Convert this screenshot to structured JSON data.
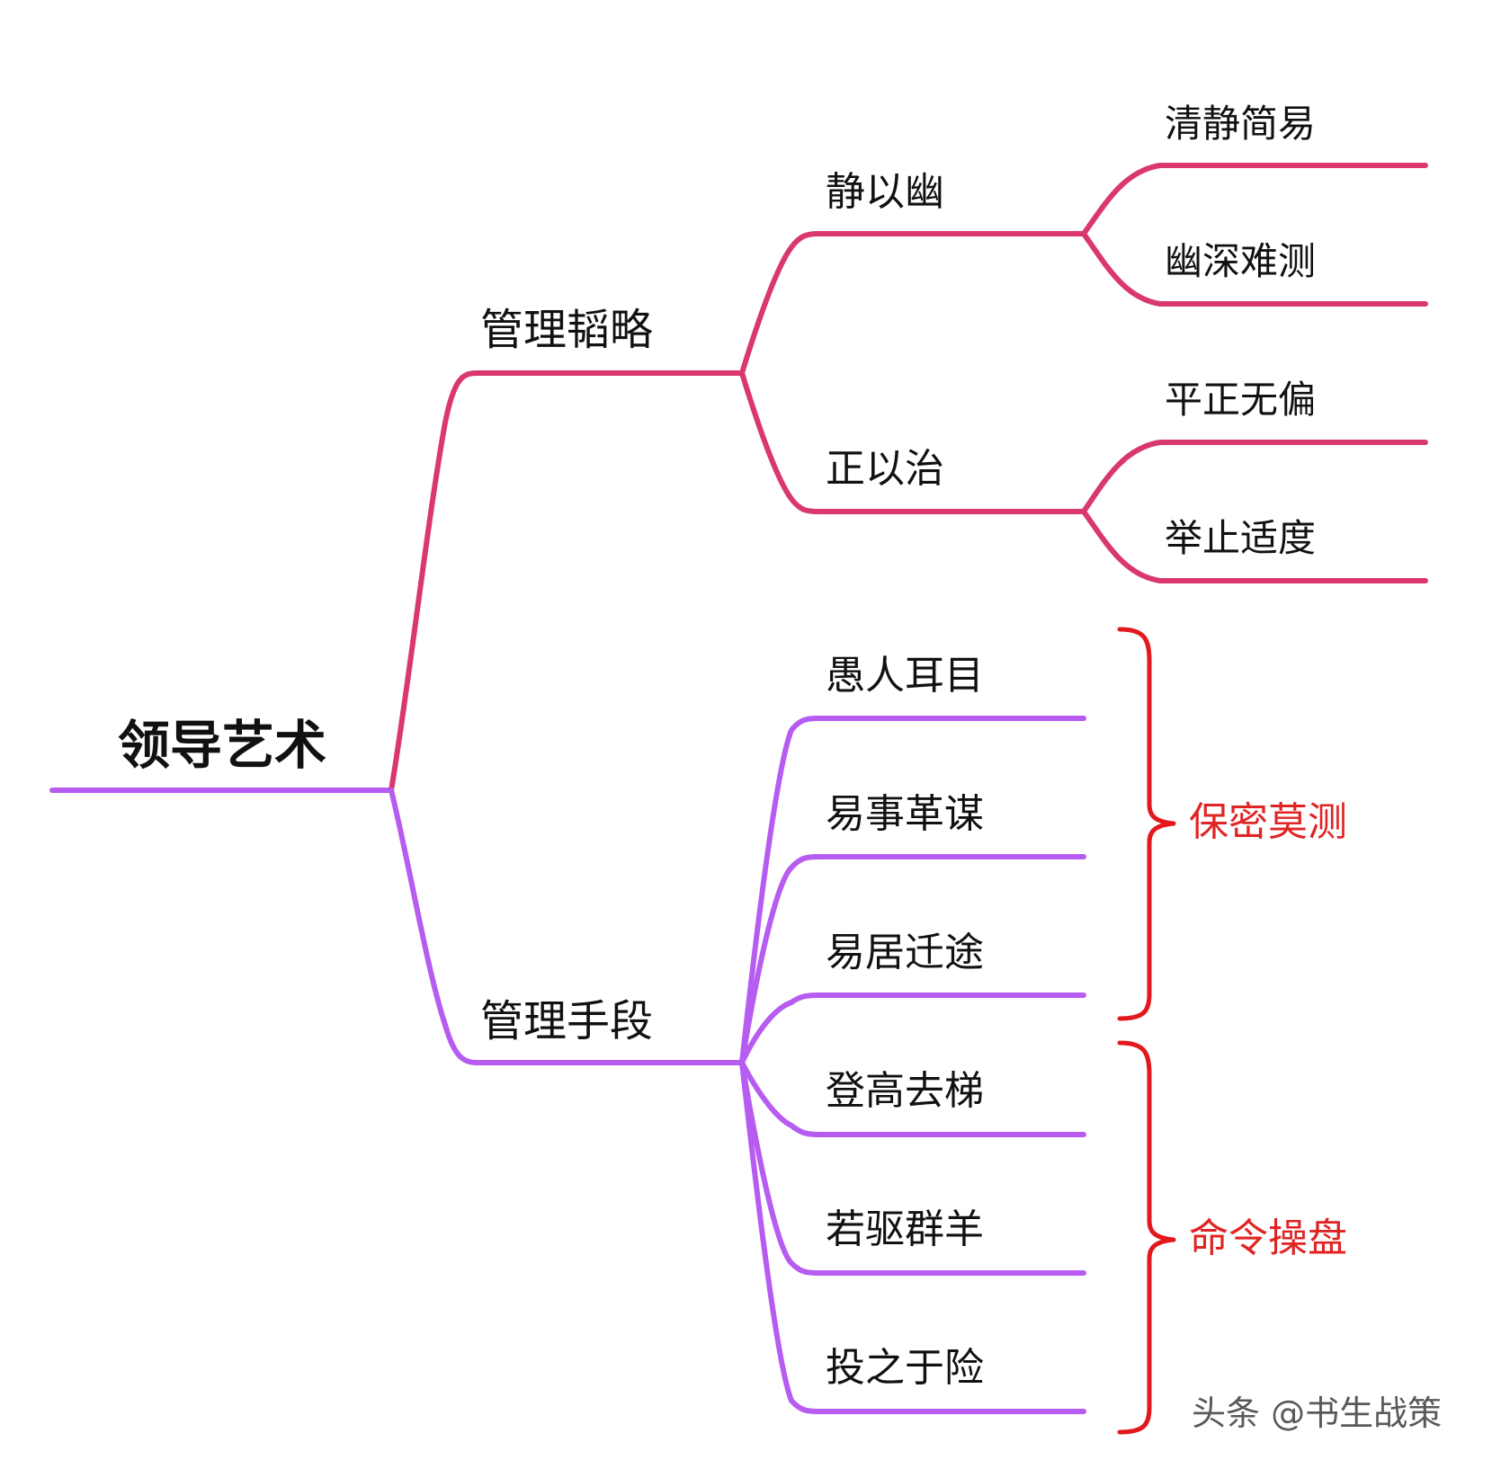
{
  "colors": {
    "branch_upper": "#d9376e",
    "branch_lower": "#b65cf0",
    "bracket": "#e3181f",
    "group_label": "#e02424",
    "text": "#111111"
  },
  "mindmap": {
    "root": "领导艺术",
    "branches": [
      {
        "label": "管理韬略",
        "children": [
          {
            "label": "静以幽",
            "children": [
              "清静简易",
              "幽深难测"
            ]
          },
          {
            "label": "正以治",
            "children": [
              "平正无偏",
              "举止适度"
            ]
          }
        ]
      },
      {
        "label": "管理手段",
        "children": [
          "愚人耳目",
          "易事革谋",
          "易居迁途",
          "登高去梯",
          "若驱群羊",
          "投之于险"
        ]
      }
    ],
    "groups": [
      {
        "label": "保密莫测"
      },
      {
        "label": "命令操盘"
      }
    ]
  },
  "watermark": "头条 @书生战策"
}
